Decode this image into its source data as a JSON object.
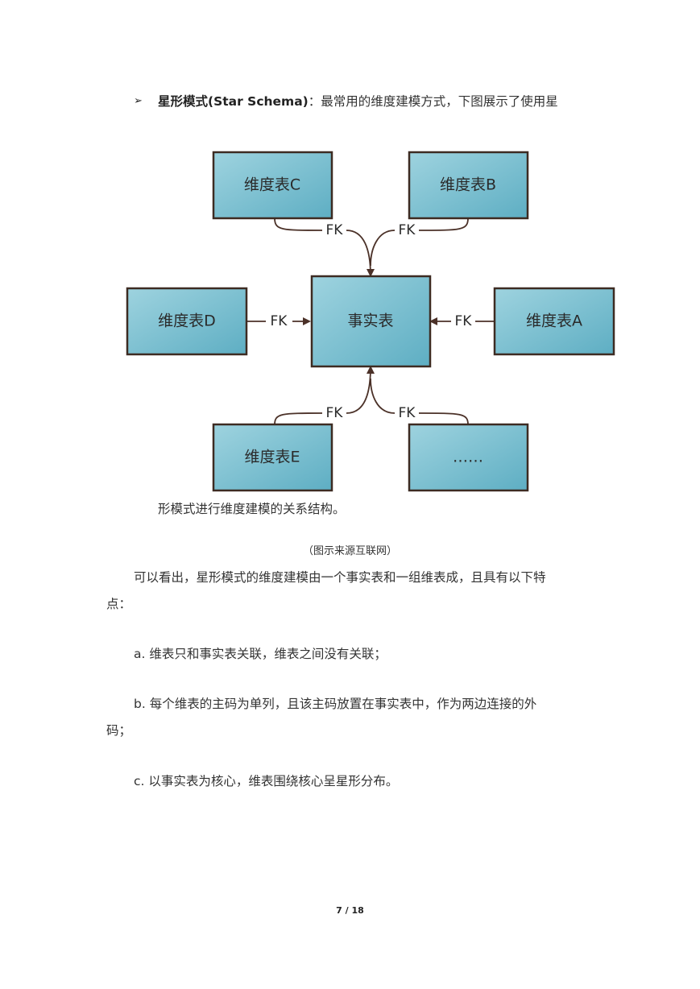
{
  "intro": {
    "bullet": "➢",
    "term": "星形模式(Star Schema)",
    "rest": "：最常用的维度建模方式，下图展示了使用星",
    "continuation": "形模式进行维度建模的关系结构。"
  },
  "diagram": {
    "fact_table": "事实表",
    "dim_c": "维度表C",
    "dim_b": "维度表B",
    "dim_d": "维度表D",
    "dim_a": "维度表A",
    "dim_e": "维度表E",
    "dim_more": "……",
    "fk": "FK",
    "box_color": "#6fb9cc",
    "border_color": "#3d2b22"
  },
  "caption": "（图示来源互联网）",
  "para1": {
    "line1": "可以看出，星形模式的维度建模由一个事实表和一组维表成，且具有以下特",
    "line2": "点："
  },
  "item_a": "a. 维表只和事实表关联，维表之间没有关联；",
  "item_b": {
    "line1": "b. 每个维表的主码为单列，且该主码放置在事实表中，作为两边连接的外",
    "line2": "码；"
  },
  "item_c": "c. 以事实表为核心，维表围绕核心呈星形分布。",
  "page_number": "7 / 18"
}
